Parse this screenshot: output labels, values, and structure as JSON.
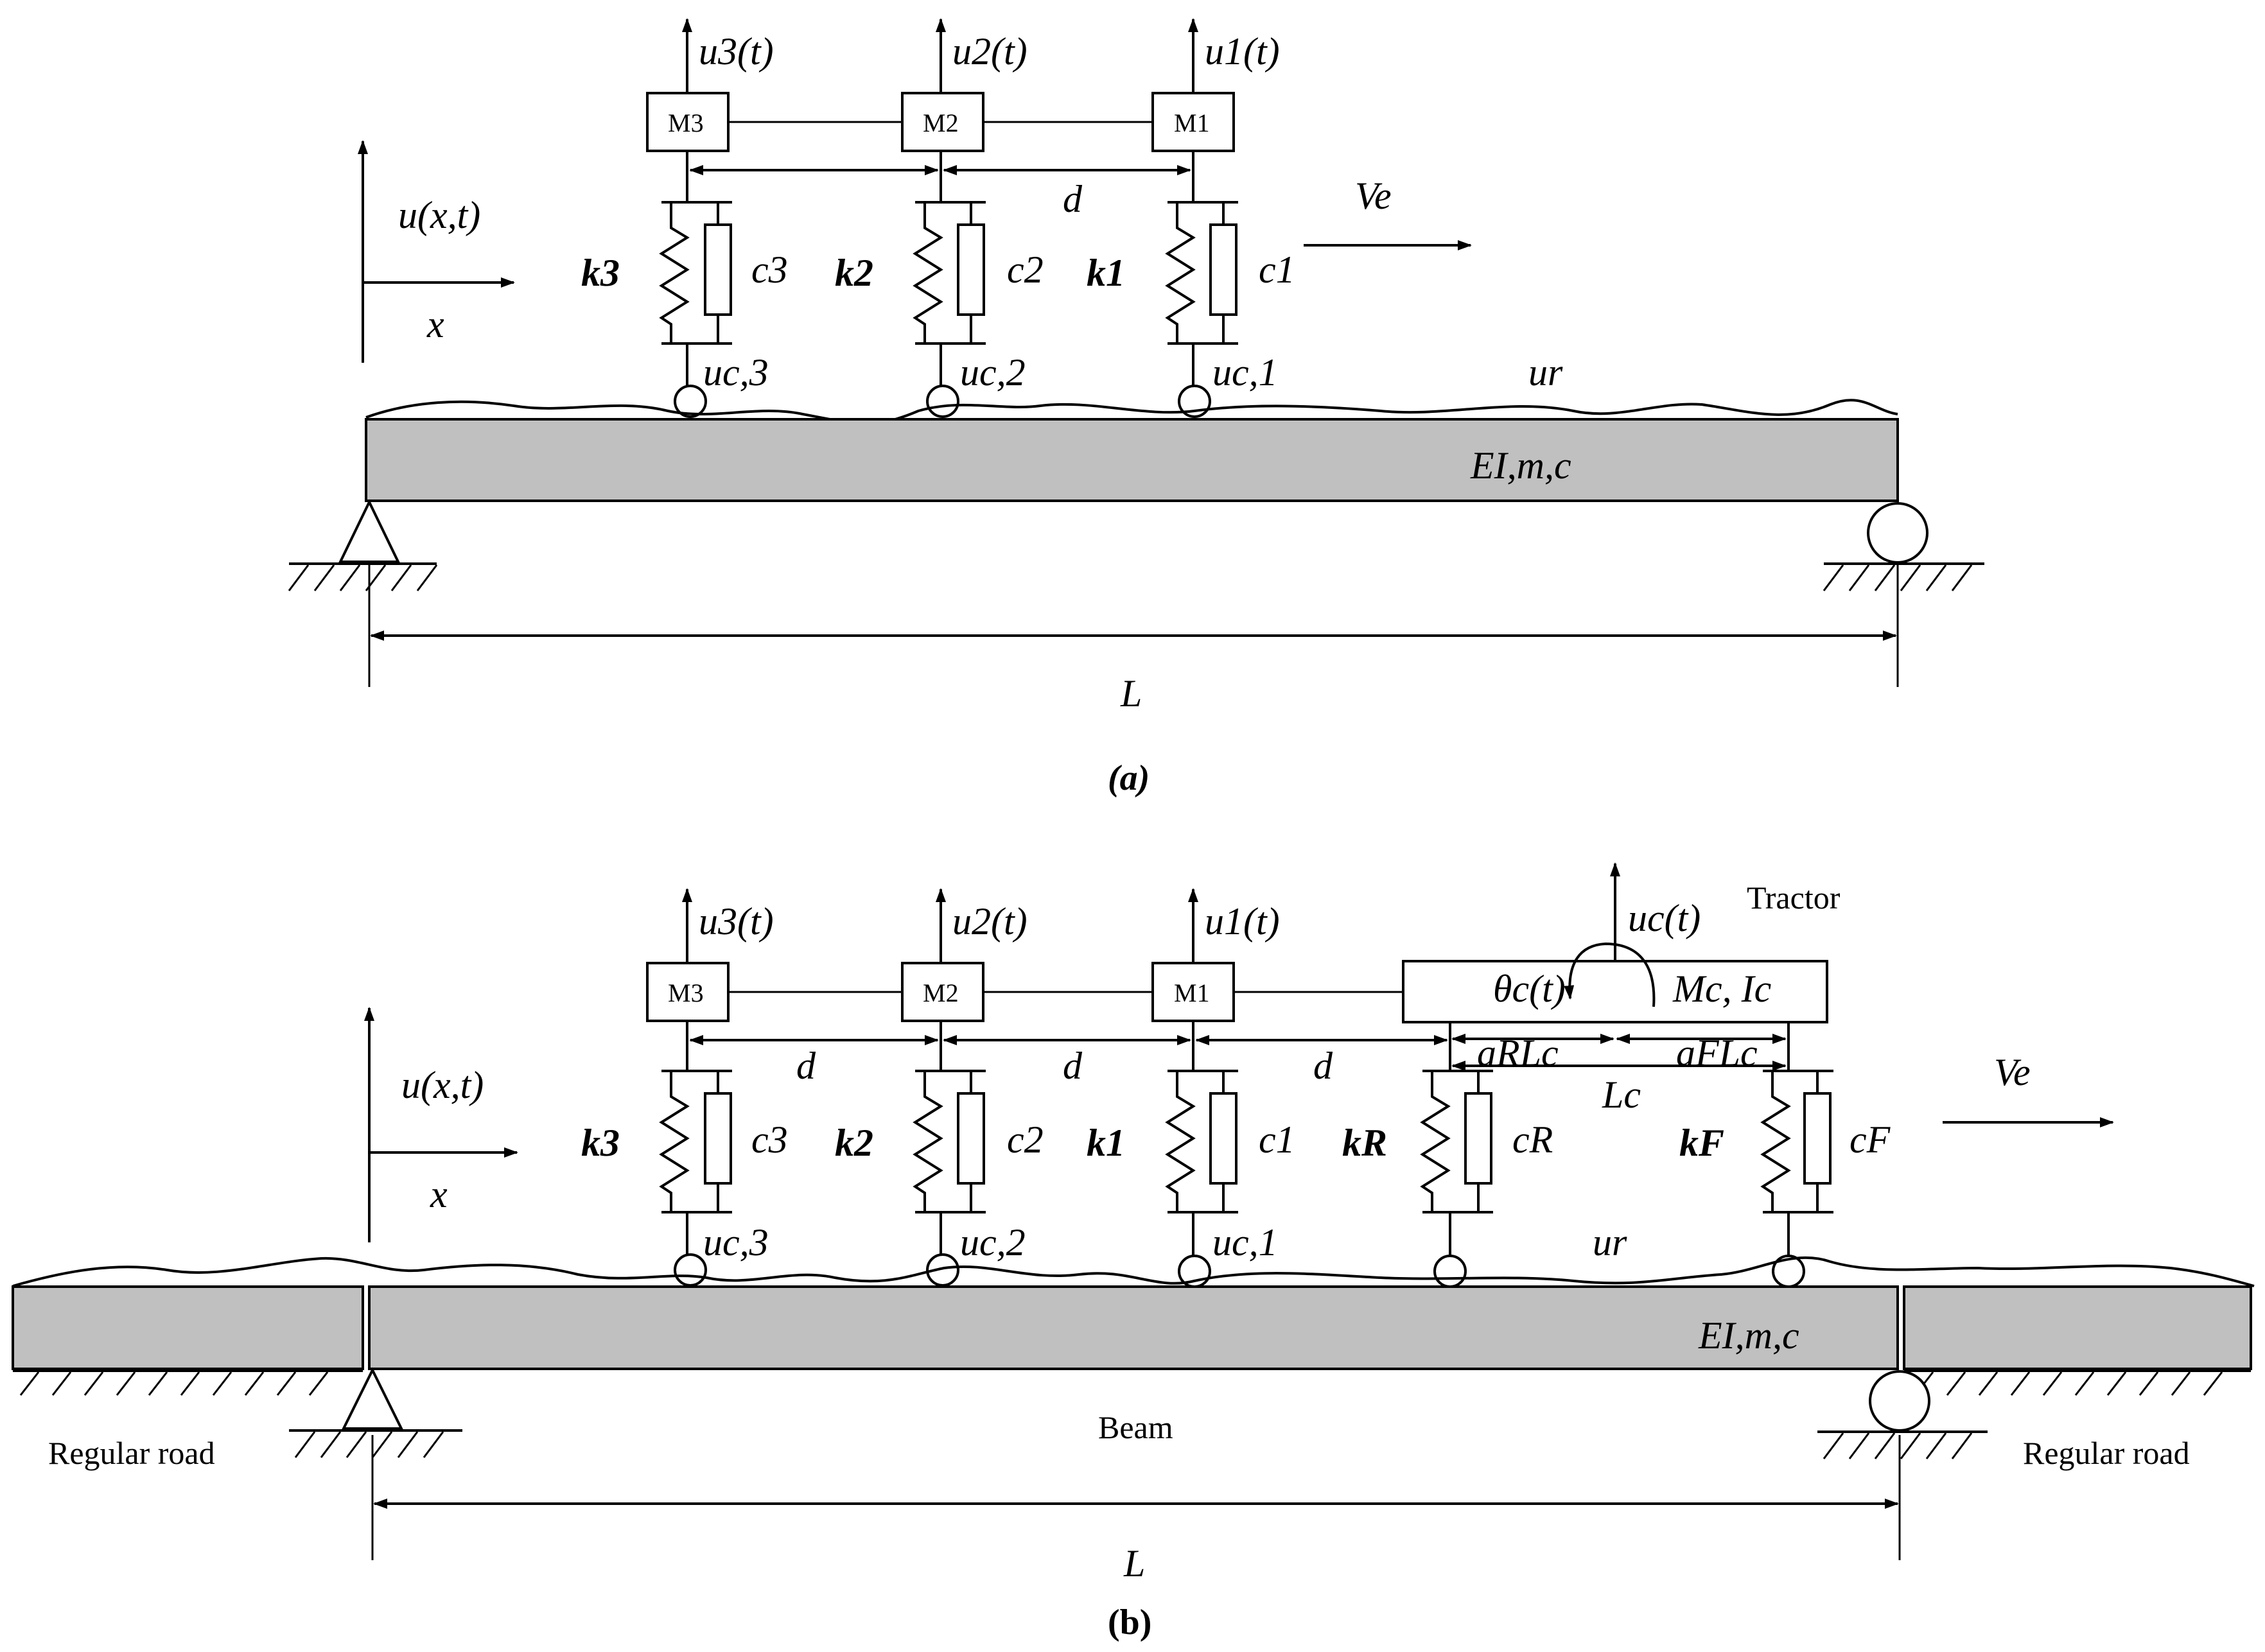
{
  "panel_a": {
    "caption": "(a)",
    "masses": [
      "M3",
      "M2",
      "M1"
    ],
    "displacements": [
      "u3(t)",
      "u2(t)",
      "u1(t)"
    ],
    "springs": [
      "k3",
      "k2",
      "k1"
    ],
    "dampers": [
      "c3",
      "c2",
      "c1"
    ],
    "contacts": [
      "uc,3",
      "uc,2",
      "uc,1"
    ],
    "spacing": "d",
    "velocity": "Ve",
    "field": "u(x,t)",
    "axis": "x",
    "road": "ur",
    "beam_props": "EI,m,c",
    "length": "L"
  },
  "panel_b": {
    "caption": "(b)",
    "masses": [
      "M3",
      "M2",
      "M1"
    ],
    "displacements": [
      "u3(t)",
      "u2(t)",
      "u1(t)"
    ],
    "springs": [
      "k3",
      "k2",
      "k1",
      "kR",
      "kF"
    ],
    "dampers": [
      "c3",
      "c2",
      "c1",
      "cR",
      "cF"
    ],
    "contacts": [
      "uc,3",
      "uc,2",
      "uc,1"
    ],
    "spacings": [
      "d",
      "d",
      "d"
    ],
    "tractor": {
      "title": "Tractor",
      "displacement": "uc(t)",
      "rotation": "θc(t)",
      "props": "Mc, Ic",
      "rear": "aRLc",
      "front": "aFLc",
      "length": "Lc"
    },
    "velocity": "Ve",
    "field": "u(x,t)",
    "axis": "x",
    "road": "ur",
    "beam_props": "EI,m,c",
    "beam_label": "Beam",
    "regular_road_left": "Regular road",
    "regular_road_right": "Regular road",
    "length": "L"
  }
}
